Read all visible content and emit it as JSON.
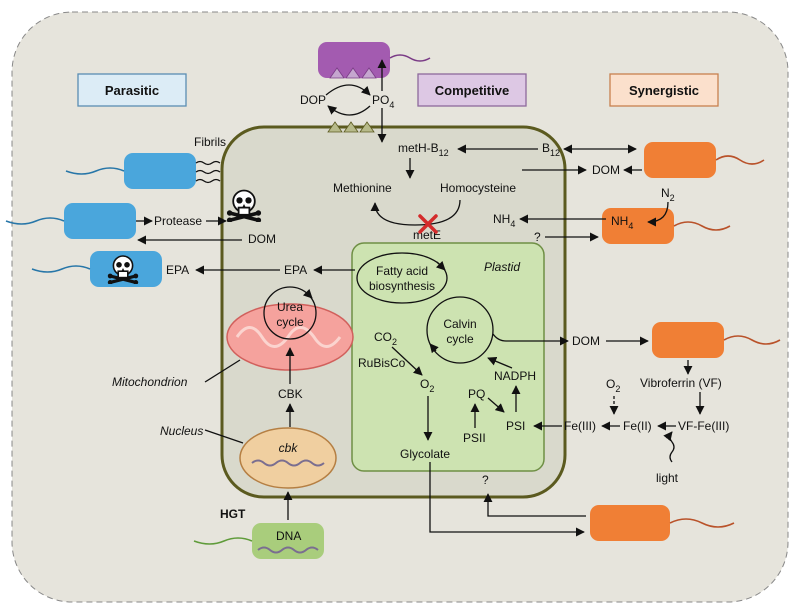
{
  "colors": {
    "background": "#e6e4dc",
    "cell_fill": "#d9d9cc",
    "cell_border": "#5b5a1f",
    "plastid_fill": "#cde3b1",
    "plastid_border": "#6f8f45",
    "parasitic_bacteria": "#4aa6dc",
    "synergistic_bacteria": "#f07f35",
    "competitive_bacteria": "#a35bb0",
    "mitochondrion": "#f5a29d",
    "nucleus": "#f0cfa0",
    "hgt_bacterium": "#a9cd7c",
    "inhibition_mark": "#d42b2b"
  },
  "headers": {
    "parasitic": "Parasitic",
    "competitive": "Competitive",
    "synergistic": "Synergistic"
  },
  "labels": {
    "fibrils": "Fibrils",
    "protease": "Protease",
    "dom_left": "DOM",
    "epa_bacterium": "EPA",
    "epa_cell": "EPA",
    "dop": "DOP",
    "po4": "PO4",
    "meth_b12": "metH-B12",
    "b12": "B12",
    "dom_synergy": "DOM",
    "methionine": "Methionine",
    "homocysteine": "Homocysteine",
    "mete": "metE",
    "n2": "N2",
    "nh4_out": "NH4",
    "nh4_in": "NH4",
    "question_1": "?",
    "plastid": "Plastid",
    "fatty_acid": "Fatty acid",
    "biosynthesis": "biosynthesis",
    "urea": "Urea",
    "cycle": "cycle",
    "mitochondrion": "Mitochondrion",
    "co2": "CO2",
    "rubisco": "RuBisCo",
    "o2_plastid": "O2",
    "calvin": "Calvin",
    "calvin_cycle": "cycle",
    "dom_right": "DOM",
    "vibroferrin": "Vibroferrin (VF)",
    "o2_outside": "O2",
    "nadph": "NADPH",
    "pq": "PQ",
    "psii": "PSII",
    "psi": "PSI",
    "fe3": "Fe(III)",
    "fe2": "Fe(II)",
    "vf_fe3": "VF-Fe(III)",
    "cbk_protein": "CBK",
    "nucleus": "Nucleus",
    "cbk_gene": "cbk",
    "light": "light",
    "glycolate": "Glycolate",
    "question_2": "?",
    "hgt": "HGT",
    "dna": "DNA"
  }
}
